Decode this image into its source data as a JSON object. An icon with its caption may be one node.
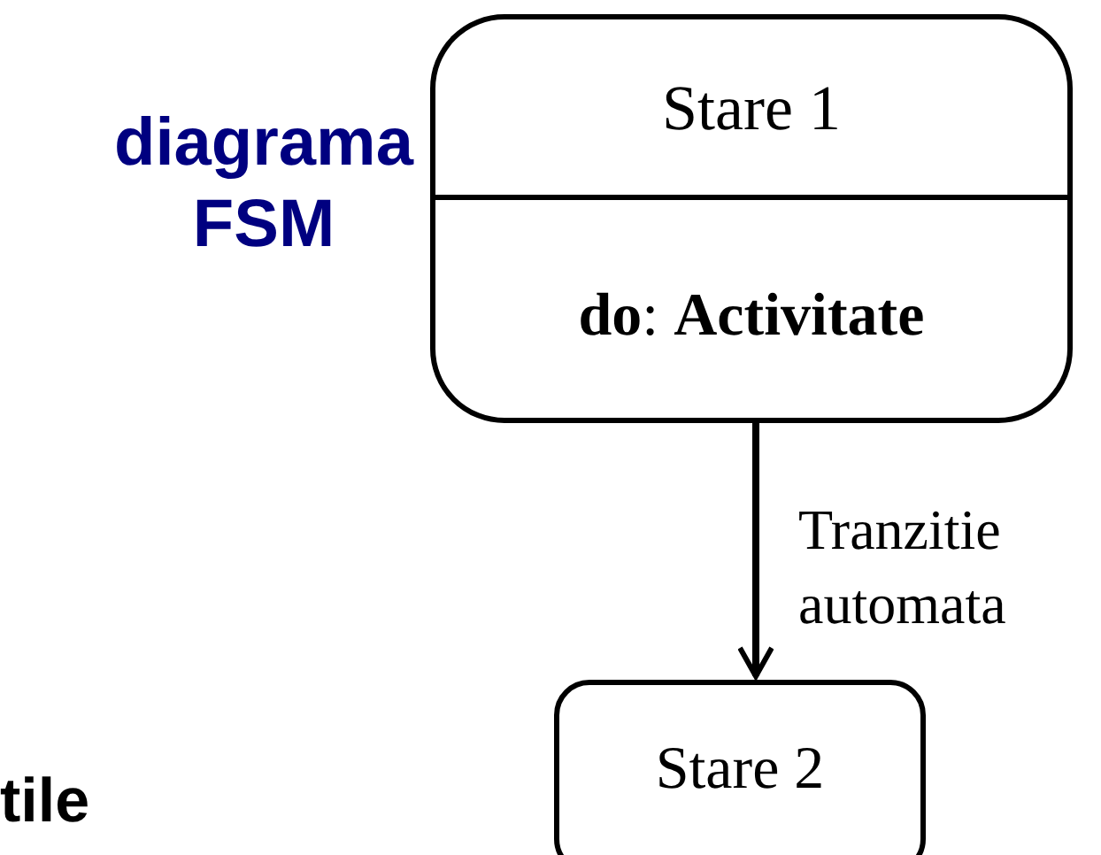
{
  "diagram": {
    "nodes": [
      {
        "text": [
          "Stare 1",
          "**do**: **Activitate**"
        ]
      },
      {
        "text": [
          "Stare 2"
        ]
      }
    ],
    "edges": [
      {
        "from": 0,
        "to": 1,
        "arrow": "to",
        "label": "Tranzitie automata"
      }
    ],
    "labels": [
      "diagrama FSM",
      "tile"
    ]
  }
}
